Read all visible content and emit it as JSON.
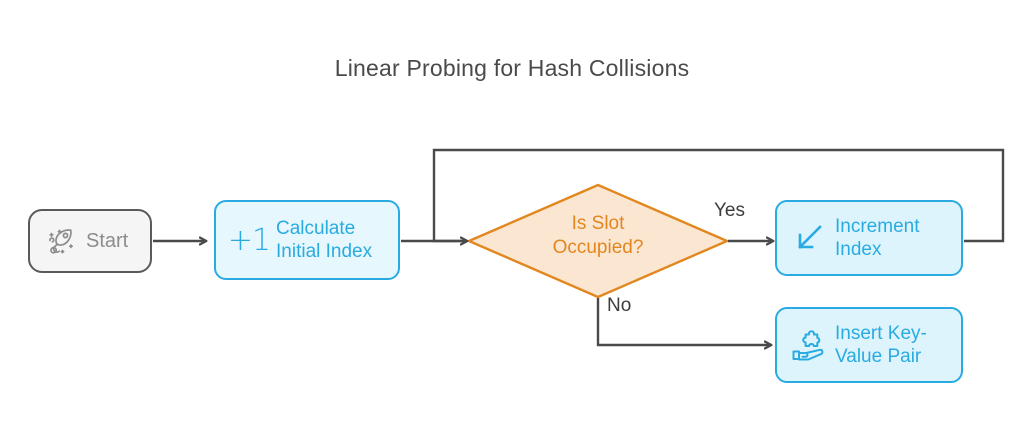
{
  "diagram": {
    "title": "Linear Probing for Hash Collisions",
    "type": "flowchart",
    "colors": {
      "accent_cyan": "#29abe2",
      "accent_cyan_fill": "#def4fc",
      "accent_orange": "#e2871f",
      "accent_orange_fill": "#fbe6d2",
      "neutral_gray": "#5a5a5a",
      "neutral_gray_fill": "#f5f5f5",
      "connector_gray": "#4a4a4a",
      "title_gray": "#4a4a4a",
      "background": "#ffffff"
    },
    "nodes": [
      {
        "id": "start",
        "label": "Start",
        "shape": "rounded-rect",
        "icon": "rocket-icon",
        "style": "neutral"
      },
      {
        "id": "calculate-initial-index",
        "label": "Calculate Initial Index",
        "label_line1": "Calculate",
        "label_line2": "Initial Index",
        "shape": "rounded-rect",
        "icon": "plus-one-icon",
        "icon_text": "+1",
        "style": "cyan"
      },
      {
        "id": "is-slot-occupied",
        "label": "Is Slot Occupied?",
        "label_line1": "Is Slot",
        "label_line2": "Occupied?",
        "shape": "diamond",
        "style": "orange"
      },
      {
        "id": "increment-index",
        "label": "Increment Index",
        "label_line1": "Increment",
        "label_line2": "Index",
        "shape": "rounded-rect",
        "icon": "arrow-down-left-icon",
        "style": "cyan"
      },
      {
        "id": "insert-key-value-pair",
        "label": "Insert Key-Value Pair",
        "label_line1": "Insert Key-",
        "label_line2": "Value Pair",
        "shape": "rounded-rect",
        "icon": "hand-puzzle-piece-icon",
        "style": "cyan"
      }
    ],
    "edges": [
      {
        "id": "start-to-calculate",
        "from": "start",
        "to": "calculate-initial-index",
        "label": ""
      },
      {
        "id": "calculate-to-decision",
        "from": "calculate-initial-index",
        "to": "is-slot-occupied",
        "label": ""
      },
      {
        "id": "decision-yes",
        "from": "is-slot-occupied",
        "to": "increment-index",
        "label": "Yes"
      },
      {
        "id": "decision-no",
        "from": "is-slot-occupied",
        "to": "insert-key-value-pair",
        "label": "No"
      },
      {
        "id": "increment-loopback",
        "from": "increment-index",
        "to": "is-slot-occupied",
        "label": ""
      }
    ]
  }
}
